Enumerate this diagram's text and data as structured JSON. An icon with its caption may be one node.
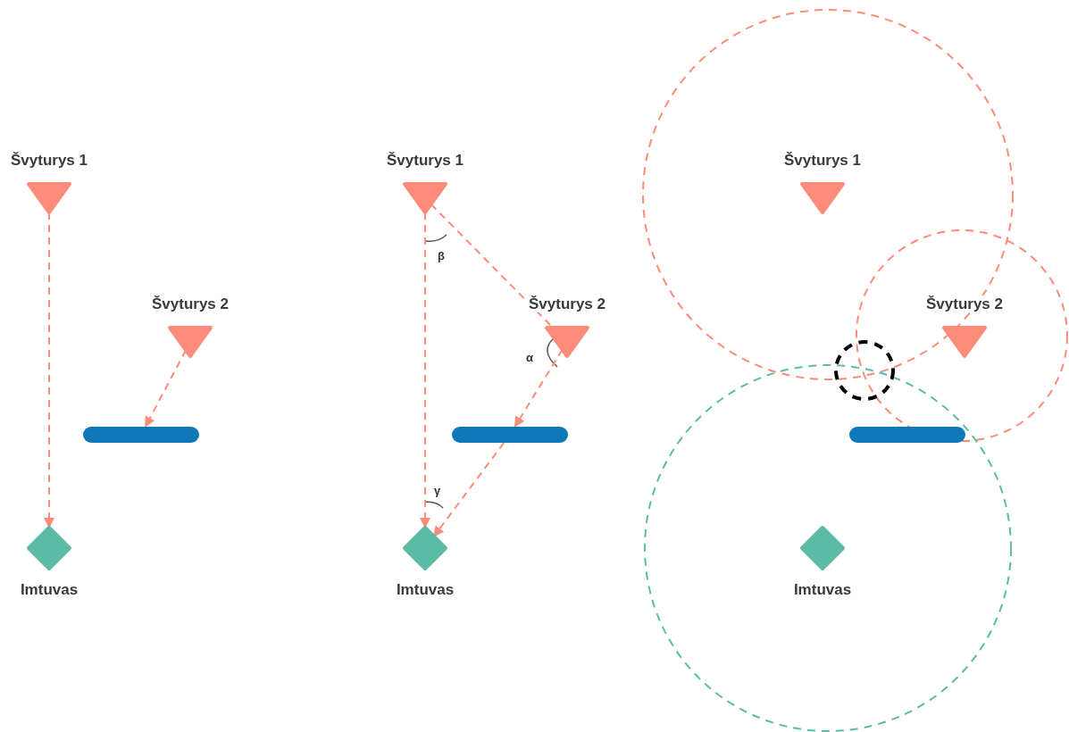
{
  "diagram": {
    "nodes": [
      {
        "text": [
          "Švyturys 1"
        ]
      },
      {
        "text": [
          "Švyturys 2"
        ]
      },
      {
        "text": [],
        "shape": "bar"
      },
      {
        "text": [
          "Imtuvas"
        ]
      },
      {
        "text": [
          "Švyturys 1"
        ]
      },
      {
        "text": [
          "Švyturys 2"
        ]
      },
      {
        "text": [],
        "shape": "bar"
      },
      {
        "text": [
          "Imtuvas"
        ]
      },
      {
        "text": [
          "Švyturys 1"
        ]
      },
      {
        "text": [
          "Švyturys 2"
        ]
      },
      {
        "text": [],
        "shape": "bar"
      },
      {
        "text": [
          "Imtuvas"
        ]
      }
    ],
    "edges": [
      {
        "from": 0,
        "to": 3,
        "arrow": "to"
      },
      {
        "from": 1,
        "to": 2,
        "arrow": "to"
      },
      {
        "from": 4,
        "to": 7,
        "arrow": "to"
      },
      {
        "from": 4,
        "to": 5,
        "arrow": "none"
      },
      {
        "from": 5,
        "to": 6,
        "arrow": "to"
      },
      {
        "from": 6,
        "to": 7,
        "arrow": "to"
      }
    ],
    "labels": [
      "β",
      "α",
      "γ"
    ]
  }
}
